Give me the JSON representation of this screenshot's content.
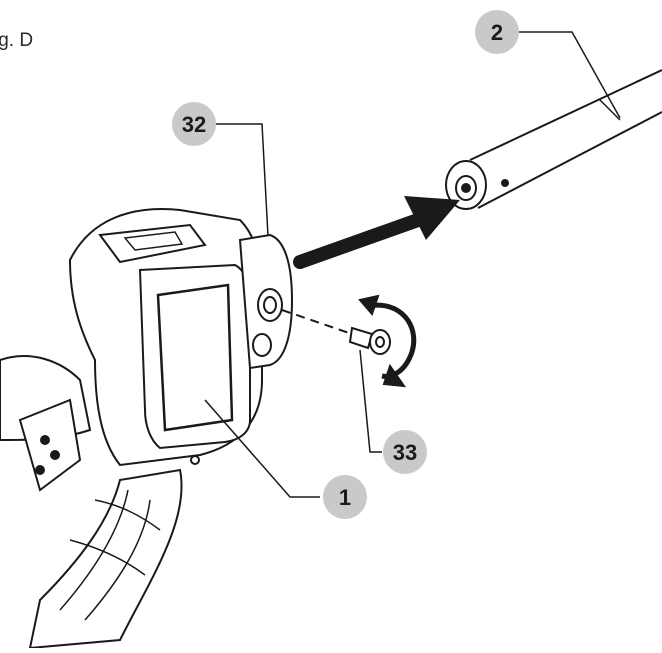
{
  "figure": {
    "label": "ig. D"
  },
  "callouts": [
    {
      "id": "2",
      "text": "2"
    },
    {
      "id": "32",
      "text": "32"
    },
    {
      "id": "33",
      "text": "33"
    },
    {
      "id": "1",
      "text": "1"
    }
  ],
  "icons": [
    "insertion-arrow-icon",
    "rotation-arrow-icon",
    "screw-icon",
    "tube-icon",
    "handle-icon"
  ],
  "colors": {
    "line": "#1a1a1a",
    "callout_fill": "#c9c9c9",
    "background": "#ffffff"
  }
}
